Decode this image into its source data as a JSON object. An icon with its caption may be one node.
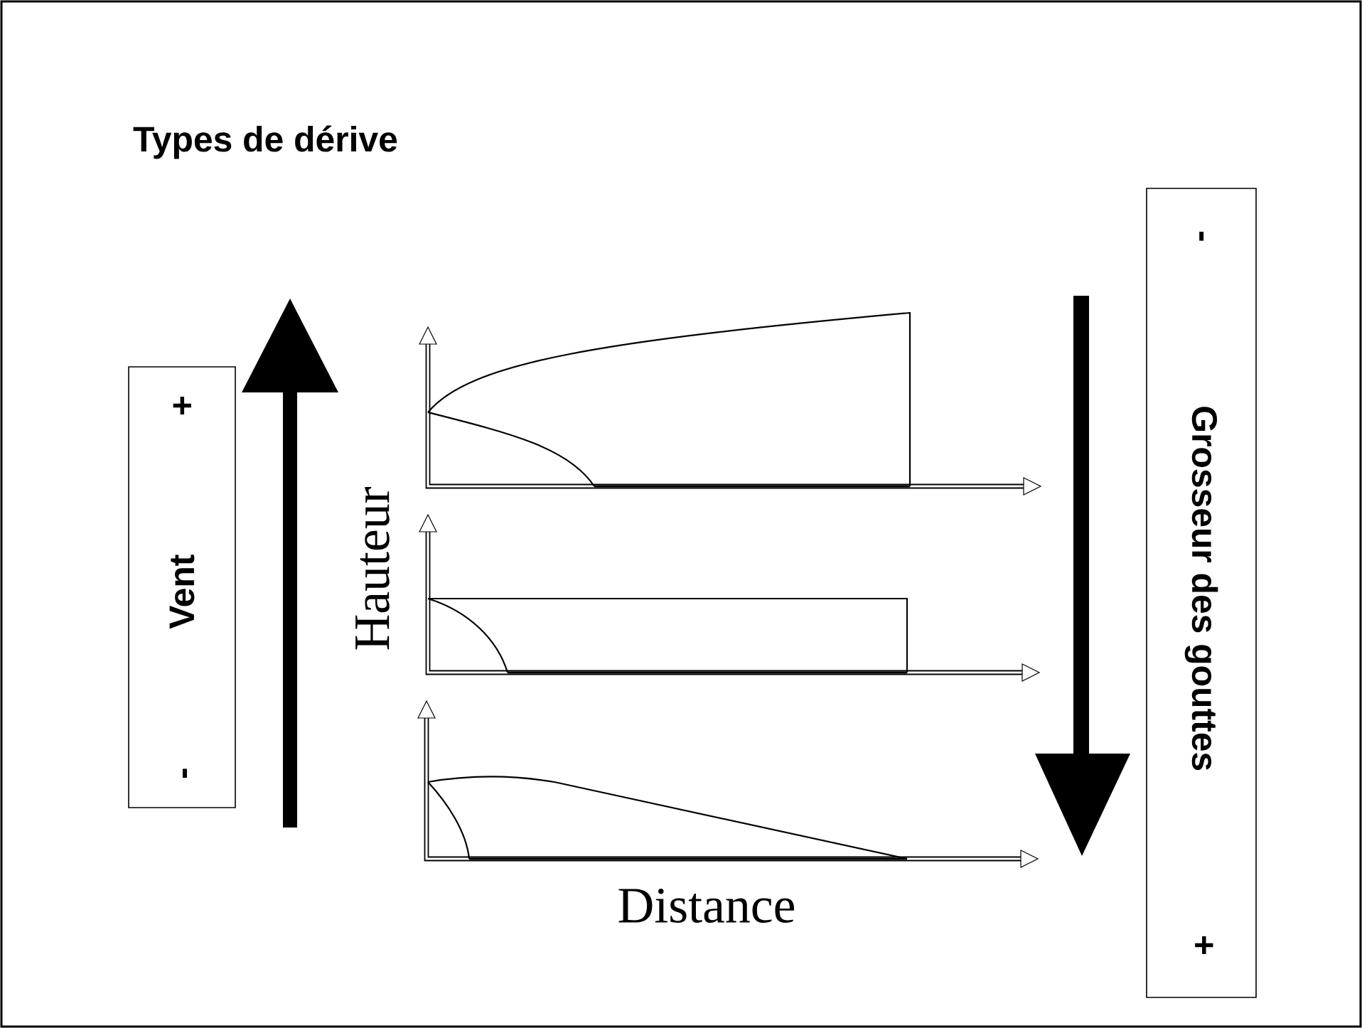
{
  "diagram": {
    "title": "Types de dérive",
    "nodes": [
      {
        "text": [
          "-",
          "Vent",
          "+"
        ]
      },
      {
        "text": [
          "-",
          "Grosseur des gouttes",
          "+"
        ]
      }
    ],
    "labels": [
      "Hauteur",
      "Distance"
    ]
  }
}
